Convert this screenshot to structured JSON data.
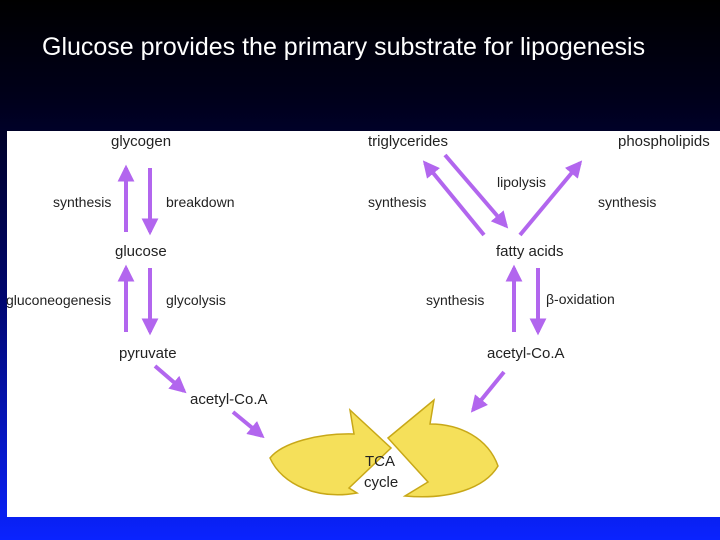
{
  "slide": {
    "title": "Glucose provides the primary substrate for lipogenesis"
  },
  "diagram": {
    "labels": {
      "glycogen": "glycogen",
      "synthesis_left": "synthesis",
      "breakdown": "breakdown",
      "glucose": "glucose",
      "gluconeogenesis": "gluconeogenesis",
      "glycolysis": "glycolysis",
      "pyruvate": "pyruvate",
      "acetyl_coa_left": "acetyl-Co.A",
      "tca": "TCA",
      "cycle": "cycle",
      "triglycerides": "triglycerides",
      "phospholipids": "phospholipids",
      "lipolysis": "lipolysis",
      "synthesis_tg": "synthesis",
      "synthesis_pl": "synthesis",
      "fatty_acids": "fatty acids",
      "synthesis_fa": "synthesis",
      "beta_oxidation": "β-oxidation",
      "acetyl_coa_right": "acetyl-Co.A"
    },
    "colors": {
      "arrow": "#b266ee",
      "cycle_fill": "#f5e05a",
      "cycle_stroke": "#c8a818"
    }
  }
}
